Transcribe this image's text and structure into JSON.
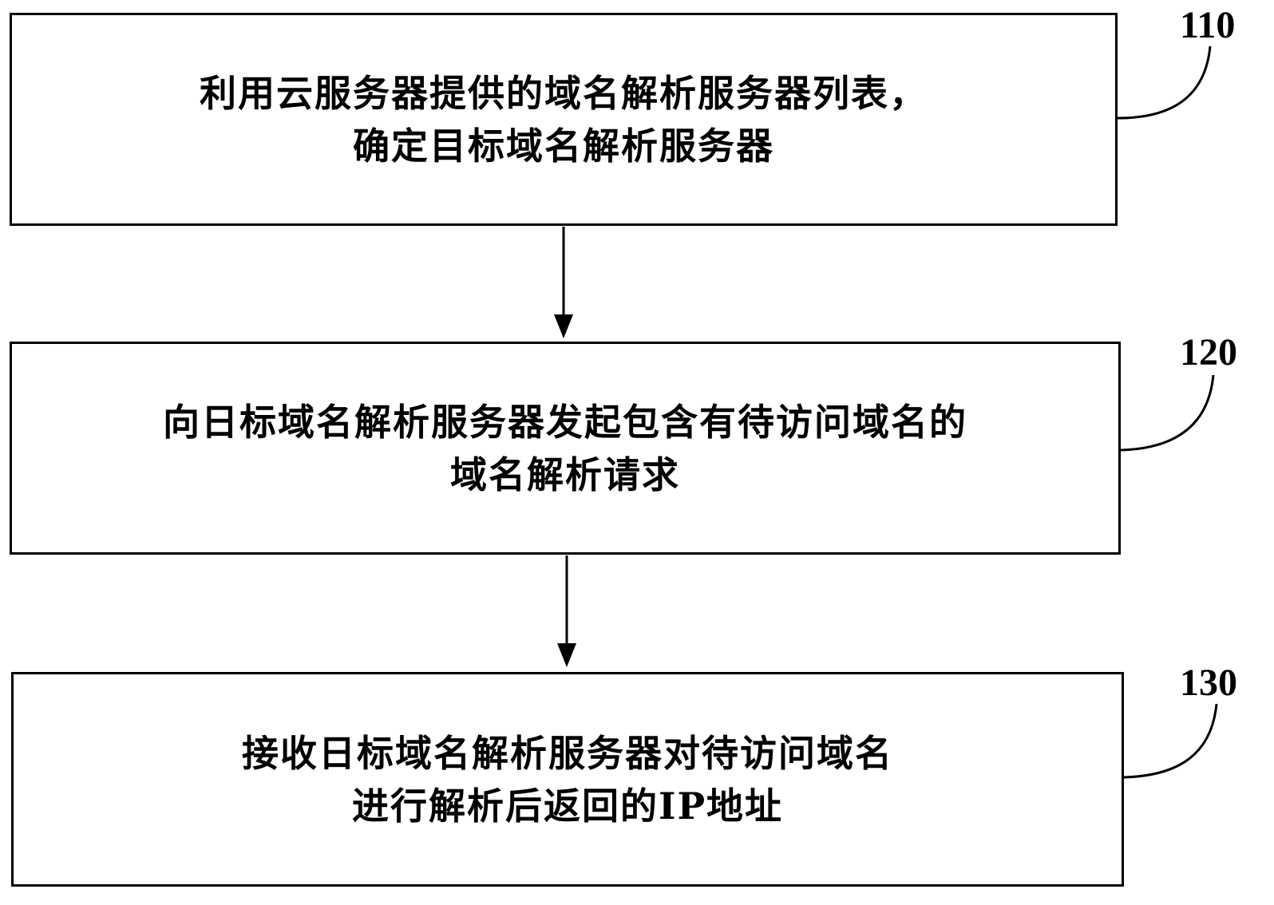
{
  "steps": [
    {
      "number": "110",
      "lines": [
        "利用云服务器提供的域名解析服务器列表，",
        "确定目标域名解析服务器"
      ]
    },
    {
      "number": "120",
      "lines": [
        "向日标域名解析服务器发起包含有待访问域名的",
        "域名解析请求"
      ]
    },
    {
      "number": "130",
      "lines": [
        "接收日标域名解析服务器对待访问域名",
        "进行解析后返回的IP地址"
      ]
    }
  ],
  "style": {
    "line_color": "#000000",
    "background": "#ffffff"
  }
}
